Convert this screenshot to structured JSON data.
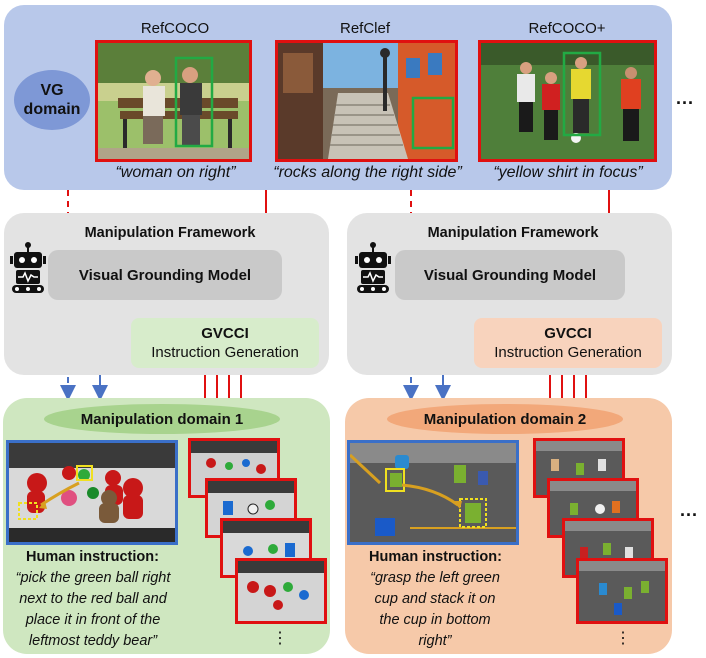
{
  "vg_panel": {
    "domain_label_line1": "VG",
    "domain_label_line2": "domain",
    "datasets": [
      {
        "name": "RefCOCO",
        "caption": "“woman on right”"
      },
      {
        "name": "RefClef",
        "caption": "“rocks along the right side”"
      },
      {
        "name": "RefCOCO+",
        "caption": "“yellow shirt in focus”"
      }
    ],
    "ellipsis": "..."
  },
  "frameworks": [
    {
      "title": "Manipulation Framework",
      "model": "Visual Grounding Model",
      "gvcci_title": "GVCCI",
      "gvcci_sub": "Instruction Generation"
    },
    {
      "title": "Manipulation Framework",
      "model": "Visual Grounding Model",
      "gvcci_title": "GVCCI",
      "gvcci_sub": "Instruction Generation"
    }
  ],
  "domains": [
    {
      "title": "Manipulation domain 1",
      "instruction_title": "Human instruction:",
      "instruction_lines": [
        "“pick the green ball right",
        "next to the red ball and",
        "place it in front of the",
        "leftmost teddy bear”"
      ],
      "stack_more": "⋮"
    },
    {
      "title": "Manipulation domain 2",
      "instruction_title": "Human instruction:",
      "instruction_lines": [
        "“grasp the left green",
        "cup and stack it on",
        "the cup in bottom",
        "right”"
      ],
      "stack_more": "⋮"
    }
  ],
  "right_ellipsis": "...",
  "colors": {
    "vg_bg": "#b8c8ea",
    "vg_domain": "#7e98d6",
    "framework_bg": "#e3e3e3",
    "model_box": "#c9c9c9",
    "gvcci1": "#d7eccb",
    "gvcci2": "#f8d3bd",
    "domain1_bg": "#cfe7c0",
    "domain2_bg": "#f6c9a9",
    "red_arrow": "#e01010",
    "blue_arrow": "#4a72c4"
  },
  "icons": [
    "robot-icon"
  ]
}
